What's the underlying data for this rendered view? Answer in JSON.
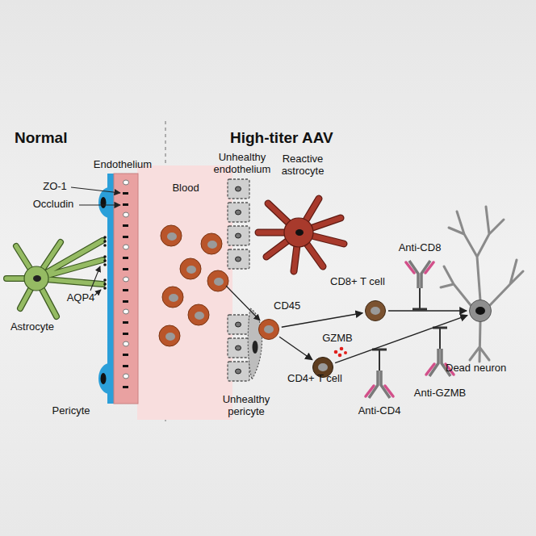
{
  "diagram": {
    "nodes": [
      {
        "text": [
          "CD45"
        ]
      },
      {
        "text": [
          "CD8+ T cell"
        ]
      },
      {
        "text": [
          "CD4+ T cell"
        ]
      },
      {
        "text": [
          "Dead neuron"
        ]
      }
    ],
    "edges": [
      {
        "from": 0,
        "to": 1,
        "arrow": "to"
      },
      {
        "from": 0,
        "to": 2,
        "arrow": "to"
      },
      {
        "from": 1,
        "to": 3,
        "arrow": "to"
      },
      {
        "from": 2,
        "to": 3,
        "arrow": "to"
      }
    ],
    "labels": [
      "Normal",
      "High-titer AAV",
      "Endothelium",
      "ZO-1",
      "Occludin",
      "AQP4",
      "Astrocyte",
      "Pericyte",
      "Blood",
      "Unhealthy endothelium",
      "Reactive astrocyte",
      "GZMB",
      "Anti-CD8",
      "Anti-CD4",
      "Anti-GZMB",
      "Unhealthy pericyte"
    ]
  }
}
